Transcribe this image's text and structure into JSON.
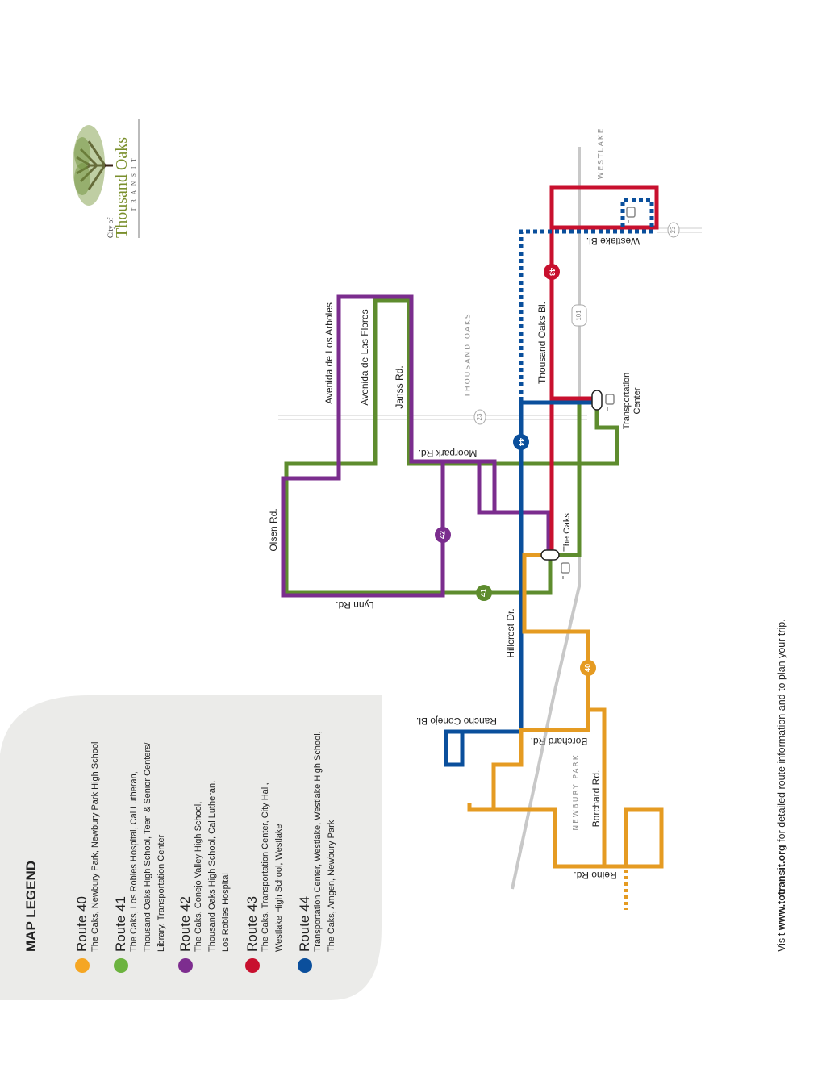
{
  "legend": {
    "title": "MAP LEGEND",
    "routes": [
      {
        "name": "Route 40",
        "color": "#f5a623",
        "lines": [
          "The Oaks, Newbury Park, Newbury Park High School"
        ]
      },
      {
        "name": "Route 41",
        "color": "#6cb33f",
        "lines": [
          "The Oaks, Los Robles Hospital, Cal Lutheran,",
          "Thousand Oaks High School, Teen & Senior Centers/",
          "Library, Transportation Center"
        ]
      },
      {
        "name": "Route 42",
        "color": "#7d2d8f",
        "lines": [
          "The Oaks, Conejo Valley High School,",
          "Thousand Oaks High School, Cal Lutheran,",
          "Los Robles Hospital"
        ]
      },
      {
        "name": "Route 43",
        "color": "#c8102e",
        "lines": [
          "The Oaks, Transportation Center, City Hall,",
          "Westlake High School, Westlake"
        ]
      },
      {
        "name": "Route 44",
        "color": "#0b4f9c",
        "lines": [
          "Transportation Center, Westlake, Westlake High School,",
          "The Oaks, Amgen, Newbury Park"
        ]
      }
    ]
  },
  "logo": {
    "city_of": "City of",
    "name": "Thousand Oaks",
    "sub": "TRANSIT"
  },
  "badges": {
    "r40": "40",
    "r41": "41",
    "r42": "42",
    "r43": "43",
    "r44": "44"
  },
  "highways": {
    "h23": "23",
    "h101": "101"
  },
  "areas": {
    "thousand_oaks": "THOUSAND OAKS",
    "westlake": "WESTLAKE",
    "newbury_park": "NEWBURY PARK"
  },
  "streets": {
    "arboles": "Avenida de Los Arboles",
    "flores": "Avenida de Las Flores",
    "janss": "Janss Rd.",
    "olsen": "Olsen Rd.",
    "lynn": "Lynn Rd.",
    "moorpark": "Moorpark Rd.",
    "thousand_oaks_bl": "Thousand Oaks Bl.",
    "westlake_bl": "Westlake Bl.",
    "hillcrest": "Hillcrest Dr.",
    "rancho_conejo": "Rancho Conejo Bl.",
    "borchard_1": "Borchard Rd.",
    "borchard_2": "Borchard Rd.",
    "reino": "Reino Rd."
  },
  "stops": {
    "transport_1": "Transportation",
    "transport_2": "Center",
    "the_oaks": "The Oaks"
  },
  "footer": {
    "pre": "Visit ",
    "url": "www.totransit.org",
    "post": " for detailed route information and to plan your trip."
  }
}
